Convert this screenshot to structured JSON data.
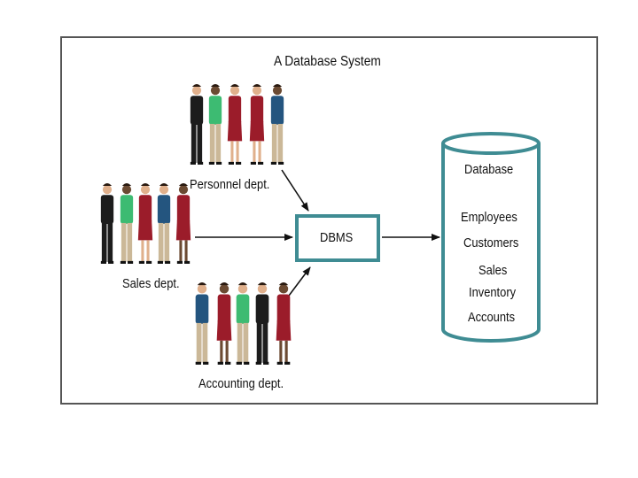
{
  "title": "A Database System",
  "groups": {
    "personnel": "Personnel dept.",
    "sales": "Sales dept.",
    "accounting": "Accounting dept."
  },
  "dbms": "DBMS",
  "database": {
    "title": "Database",
    "items": [
      "Employees",
      "Customers",
      "Sales",
      "Inventory",
      "Accounts"
    ]
  },
  "colors": {
    "teal": "#3f8c93",
    "frame": "#555555",
    "suit_dark": "#1c1c1c",
    "shirt_green": "#3dbb72",
    "dress_red": "#9b1c2a",
    "jacket_blue": "#24557f",
    "trousers_khaki": "#cbb898"
  }
}
